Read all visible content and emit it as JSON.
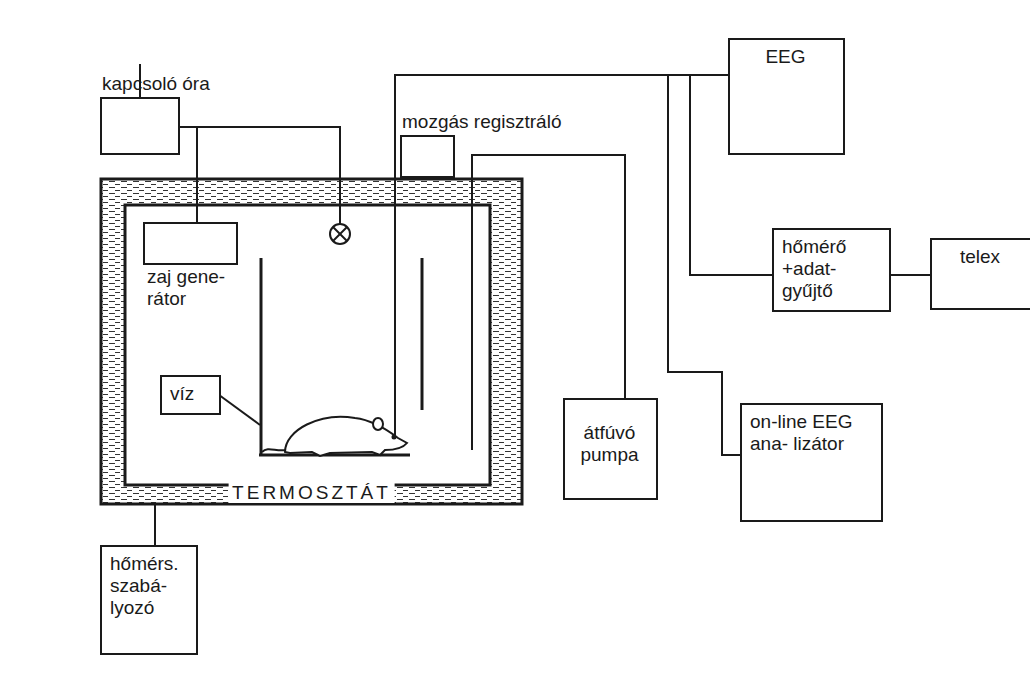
{
  "diagram": {
    "nodes": [
      {
        "text": [
          "kapcsoló óra"
        ]
      },
      {
        "text": [
          "mozgás regisztráló"
        ]
      },
      {
        "text": [
          "EEG"
        ]
      },
      {
        "text": [
          "hőmérő +adat- gyűjtő"
        ]
      },
      {
        "text": [
          "telex"
        ]
      },
      {
        "text": [
          "TERMOSZTÁT"
        ]
      },
      {
        "text": [
          "zaj gene- rátor"
        ],
        "in": 5
      },
      {
        "text": [
          "víz"
        ],
        "in": 5
      },
      {
        "text": [
          "átfúvó pumpa"
        ]
      },
      {
        "text": [
          "on-line EEG ana- lizátor"
        ]
      },
      {
        "text": [
          "hőmérs. szabá- lyozó"
        ]
      }
    ],
    "edges": [
      {
        "from": 0,
        "to": 6,
        "arrow": "none"
      },
      {
        "from": 2,
        "to": 3,
        "arrow": "none"
      },
      {
        "from": 2,
        "to": 9,
        "arrow": "none"
      },
      {
        "from": 3,
        "to": 4,
        "arrow": "none"
      },
      {
        "from": 8,
        "to": 5,
        "arrow": "none"
      },
      {
        "from": 5,
        "to": 10,
        "arrow": "none"
      }
    ]
  }
}
